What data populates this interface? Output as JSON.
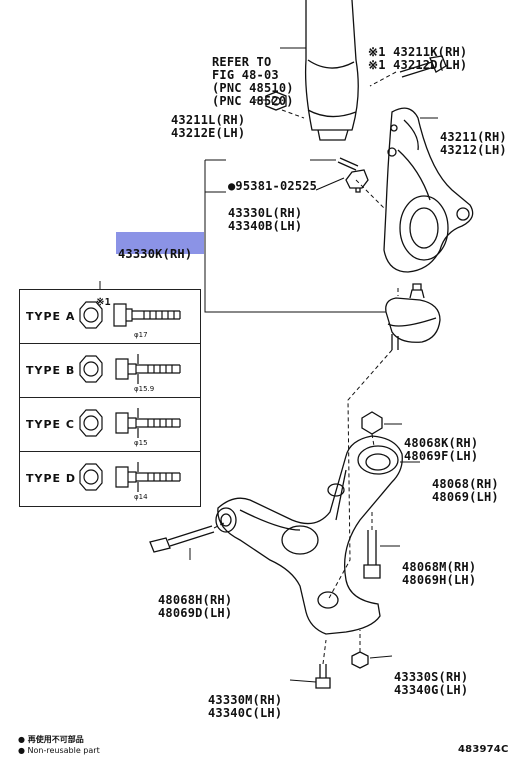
{
  "labels": {
    "refer": [
      "REFER TO",
      "FIG 48-03",
      "(PNC 48510)",
      "(PNC 48520)"
    ],
    "bolt_43211k": [
      "※1 43211K(RH)",
      "※1 43212D(LH)"
    ],
    "nut_43211l": [
      "43211L(RH)",
      "43212E(LH)"
    ],
    "knuckle": [
      "43211(RH)",
      "43212(LH)"
    ],
    "pin": "●95381-02525",
    "joint_43330l": [
      "43330L(RH)",
      "43340B(LH)"
    ],
    "joint_43330k": "43330K(RH)",
    "nut_48068k": [
      "48068K(RH)",
      "48069F(LH)"
    ],
    "arm_48068": [
      "48068(RH)",
      "48069(LH)"
    ],
    "bolt_48068m": [
      "48068M(RH)",
      "48069H(LH)"
    ],
    "bolt_48068h": [
      "48068H(RH)",
      "48069D(LH)"
    ],
    "nut_43330s": [
      "43330S(RH)",
      "43340G(LH)"
    ],
    "bolt_43330m": [
      "43330M(RH)",
      "43340C(LH)"
    ]
  },
  "types_table": {
    "header": "※1",
    "rows": [
      {
        "name": "TYPE A",
        "dia": "φ17"
      },
      {
        "name": "TYPE B",
        "dia": "φ15.9"
      },
      {
        "name": "TYPE C",
        "dia": "φ15"
      },
      {
        "name": "TYPE D",
        "dia": "φ14"
      }
    ]
  },
  "footer": {
    "note_jp": "● 再使用不可部品",
    "note_en": "● Non-reusable part",
    "figure_id": "483974C"
  },
  "colors": {
    "highlight": "#8b93e6",
    "line": "#111111"
  }
}
